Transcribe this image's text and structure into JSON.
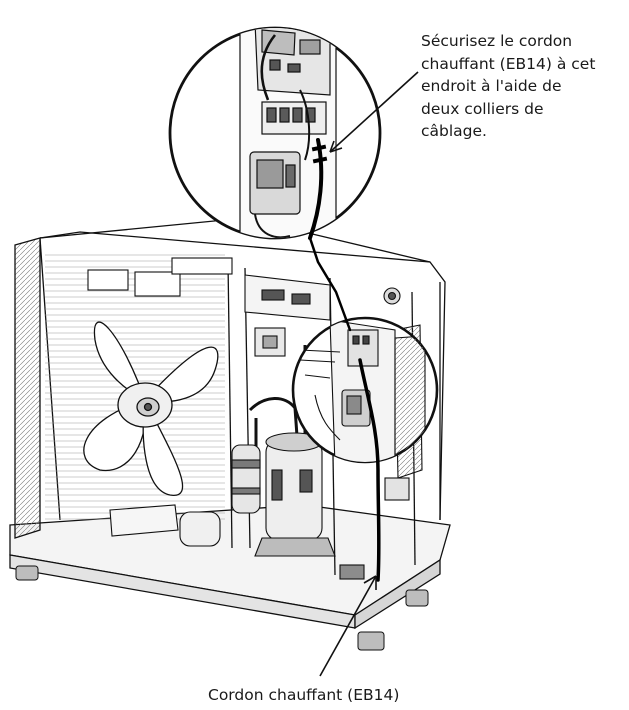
{
  "callouts": {
    "top_lines": [
      "Sécurisez le cordon",
      "chauffant (EB14) à cet",
      "endroit à l'aide de",
      "deux colliers de",
      "câblage."
    ],
    "bottom": "Cordon chauffant (EB14)"
  },
  "colors": {
    "line": "#111111",
    "background": "#ffffff",
    "fill_light": "#f2f2f2",
    "fill_mid": "#c8c8c8",
    "fill_dark": "#4a4a4a",
    "cable": "#000000"
  }
}
